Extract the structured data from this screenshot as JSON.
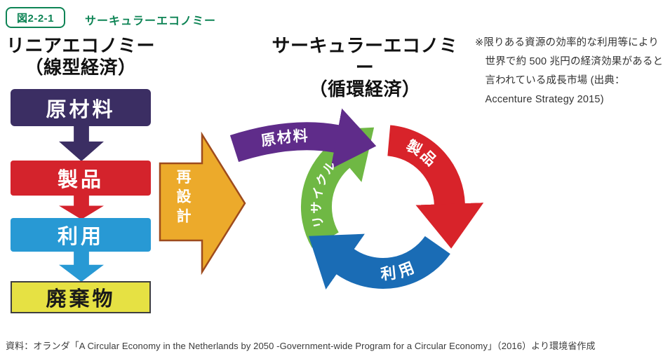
{
  "figure_header": {
    "tag": "図2-2-1",
    "title": "サーキュラーエコノミー"
  },
  "linear_economy": {
    "title_line1": "リニアエコノミー",
    "title_line2": "（線型経済）",
    "steps": [
      {
        "label": "原材料",
        "color": "#3b2e63"
      },
      {
        "label": "製品",
        "color": "#d4232c"
      },
      {
        "label": "利用",
        "color": "#2899d4"
      },
      {
        "label": "廃棄物",
        "color": "#e6e143"
      }
    ]
  },
  "redesign_arrow": {
    "label": "再設計",
    "fill": "#ecaa2b",
    "border": "#9e4b1d"
  },
  "circular_economy": {
    "title_line1": "サーキュラーエコノミー",
    "title_line2": "（循環経済）",
    "labels": {
      "raw_materials": "原材料",
      "products": "製品",
      "use": "利用",
      "recycle": "リサイクル"
    },
    "arc_colors": {
      "raw_materials": "#5f2c8a",
      "products": "#d8232a",
      "use": "#1a6cb5",
      "recycle": "#6fb844"
    }
  },
  "side_note": "※限りある資源の効率的な利用等により世界で約 500 兆円の経済効果があると言われている成長市場 (出典：Accenture Strategy 2015)",
  "source_note": "資料：オランダ「A Circular Economy in the Netherlands by 2050 -Government-wide Program for a Circular Economy」（2016）より環境省作成",
  "palette": {
    "header_green": "#0e8455",
    "title_black": "#111111",
    "note_gray": "#333333"
  }
}
